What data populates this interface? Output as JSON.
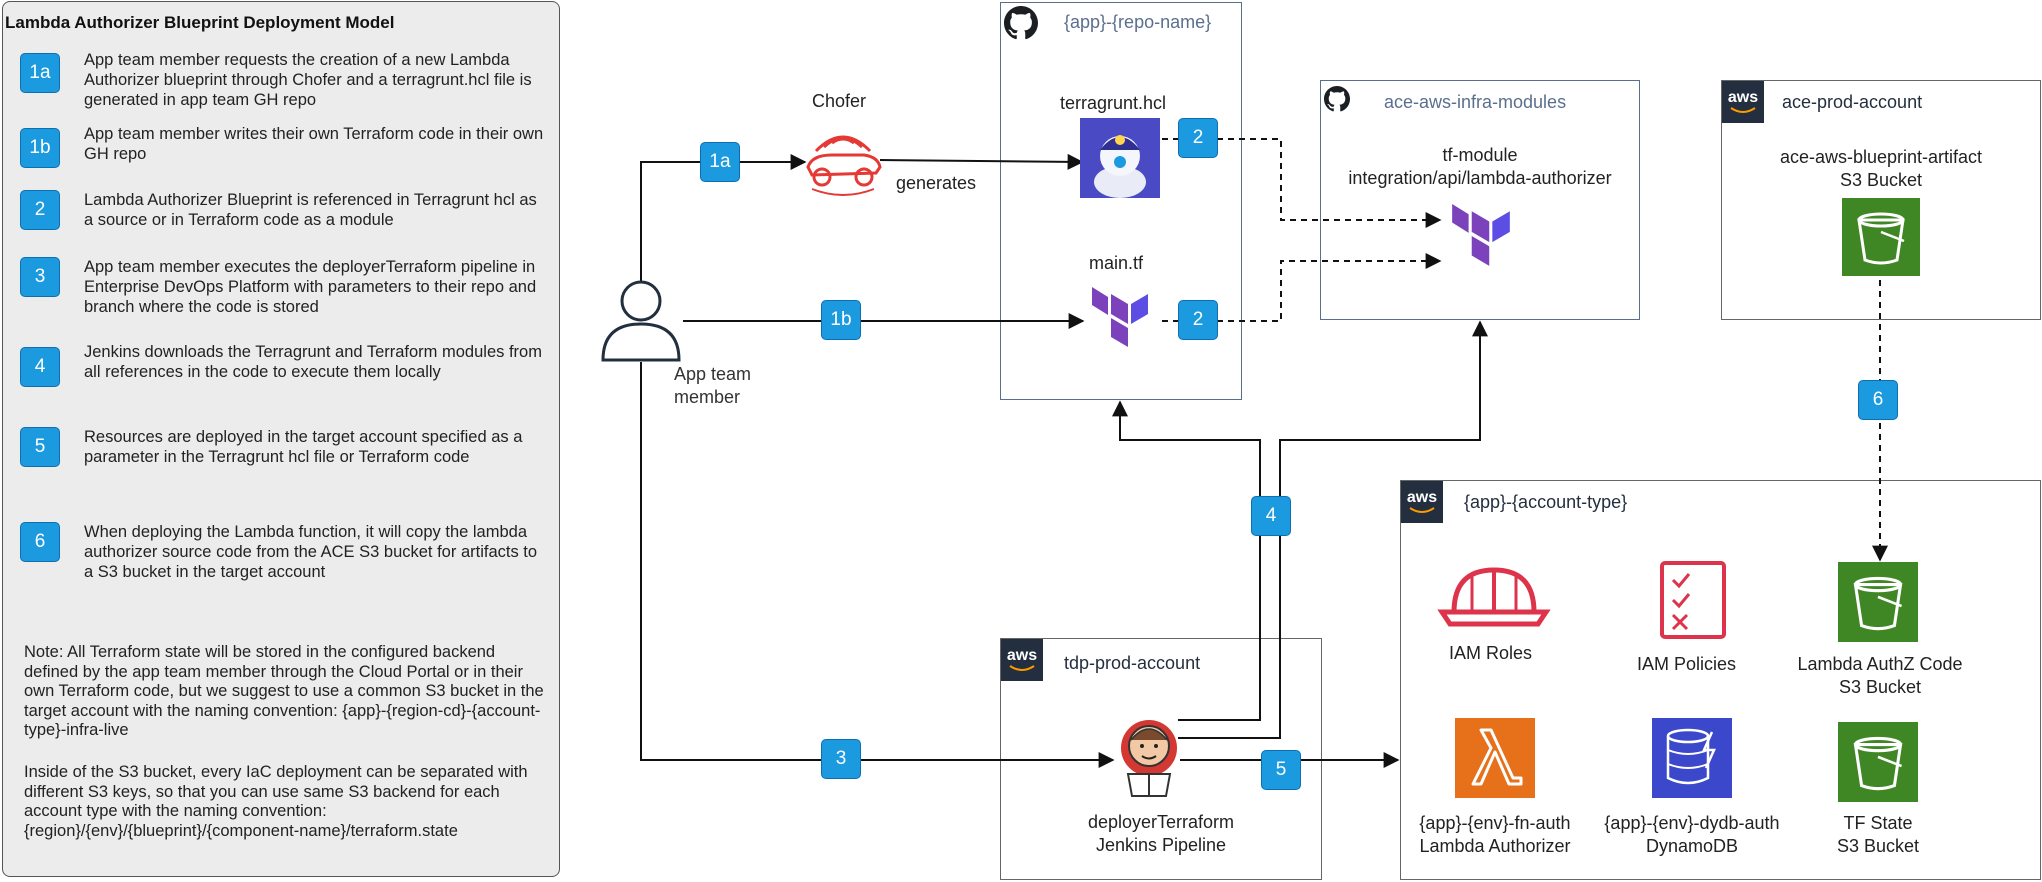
{
  "legend": {
    "title": "Lambda Authorizer Blueprint Deployment Model",
    "steps": [
      {
        "badge": "1a",
        "text": "App team member requests the creation of a new Lambda Authorizer blueprint through Chofer and a terragrunt.hcl file is generated in app team GH repo"
      },
      {
        "badge": "1b",
        "text": "App team member writes their own Terraform code in their own GH repo"
      },
      {
        "badge": "2",
        "text": "Lambda Authorizer Blueprint is referenced in Terragrunt hcl as a source or in Terraform code as a module"
      },
      {
        "badge": "3",
        "text": "App team member executes the deployerTerraform pipeline in Enterprise DevOps Platform with parameters to their repo and branch where the code is stored"
      },
      {
        "badge": "4",
        "text": "Jenkins downloads the Terragrunt and Terraform modules from all references in the code to execute them locally"
      },
      {
        "badge": "5",
        "text": "Resources are deployed in the target account specified as a parameter in the Terragrunt hcl file or Terraform code"
      },
      {
        "badge": "6",
        "text": "When deploying the Lambda function, it will copy the lambda authorizer source code from the ACE S3 bucket for artifacts to a S3 bucket in the target account"
      }
    ],
    "note1": "Note: All Terraform state will be stored in the configured backend defined by the app team member through the Cloud Portal or in their own Terraform code, but we suggest to use a common S3 bucket in the target account with the naming convention: {app}-{region-cd}-{account-type}-infra-live",
    "note2": "Inside of the S3 bucket, every IaC deployment can be separated with different S3 keys, so that you can use same S3 backend for each account type with the naming convention: {region}/{env}/{blueprint}/{component-name}/terraform.state"
  },
  "actor": {
    "label_line1": "App team",
    "label_line2": "member"
  },
  "chofer": {
    "label": "Chofer",
    "edge_label": "generates"
  },
  "repo": {
    "title": "{app}-{repo-name}",
    "terragrunt_label": "terragrunt.hcl",
    "maintf_label": "main.tf"
  },
  "modules": {
    "title": "ace-aws-infra-modules",
    "module_line1": "tf-module",
    "module_line2": "integration/api/lambda-authorizer"
  },
  "prod_account": {
    "title": "ace-prod-account",
    "bucket_line1": "ace-aws-blueprint-artifact",
    "bucket_line2": "S3 Bucket"
  },
  "tdp_account": {
    "title": "tdp-prod-account",
    "jenkins_line1": "deployerTerraform",
    "jenkins_line2": "Jenkins Pipeline"
  },
  "target_account": {
    "title": "{app}-{account-type}",
    "iam_roles": "IAM Roles",
    "iam_policies": "IAM Policies",
    "lambda_bucket_line1": "Lambda AuthZ Code",
    "lambda_bucket_line2": "S3 Bucket",
    "lambda_fn_line1": "{app}-{env}-fn-auth",
    "lambda_fn_line2": "Lambda Authorizer",
    "dynamo_line1": "{app}-{env}-dydb-auth",
    "dynamo_line2": "DynamoDB",
    "tfstate_line1": "TF State",
    "tfstate_line2": "S3 Bucket"
  },
  "badges": {
    "b1a": "1a",
    "b1b": "1b",
    "b2": "2",
    "b3": "3",
    "b4": "4",
    "b5": "5",
    "b6": "6"
  },
  "aws_logo_text": "aws",
  "colors": {
    "badge": "#1b9ae0",
    "terraform": "#7b42bc",
    "s3": "#3f8624",
    "lambda": "#e7701a",
    "dynamodb": "#3b48cc",
    "iam": "#dd344c",
    "github": "#1b1f23"
  }
}
